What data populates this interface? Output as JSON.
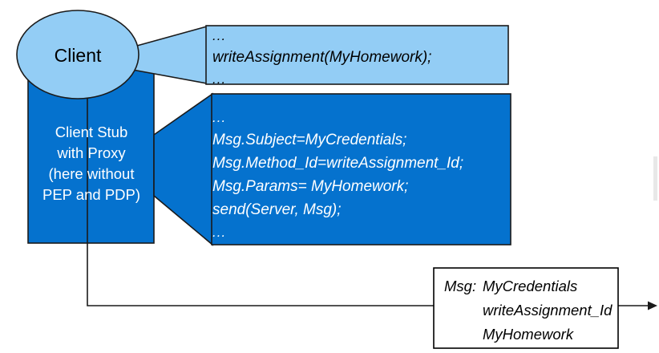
{
  "diagram": {
    "title": "Client Stub with Proxy RPC message flow",
    "colors": {
      "light_blue": "#93CDF5",
      "dark_blue": "#0572CE",
      "outline": "#1A1A1A",
      "white": "#FFFFFF",
      "background": "#FFFFFF"
    },
    "client_node": {
      "label": "Client"
    },
    "stub_node": {
      "lines": [
        "Client Stub",
        "with Proxy",
        "(here without",
        "PEP and PDP)"
      ]
    },
    "callout_application": {
      "lines": [
        "...",
        "writeAssignment(MyHomework);",
        "..."
      ]
    },
    "callout_stub": {
      "lines": [
        "...",
        "Msg.Subject=MyCredentials;",
        "Msg.Method_Id=writeAssignment_Id;",
        "Msg.Params= MyHomework;",
        "send(Server, Msg);",
        "..."
      ]
    },
    "message_box": {
      "key": "Msg:",
      "values": [
        "MyCredentials",
        "writeAssignment_Id",
        "MyHomework"
      ]
    }
  }
}
